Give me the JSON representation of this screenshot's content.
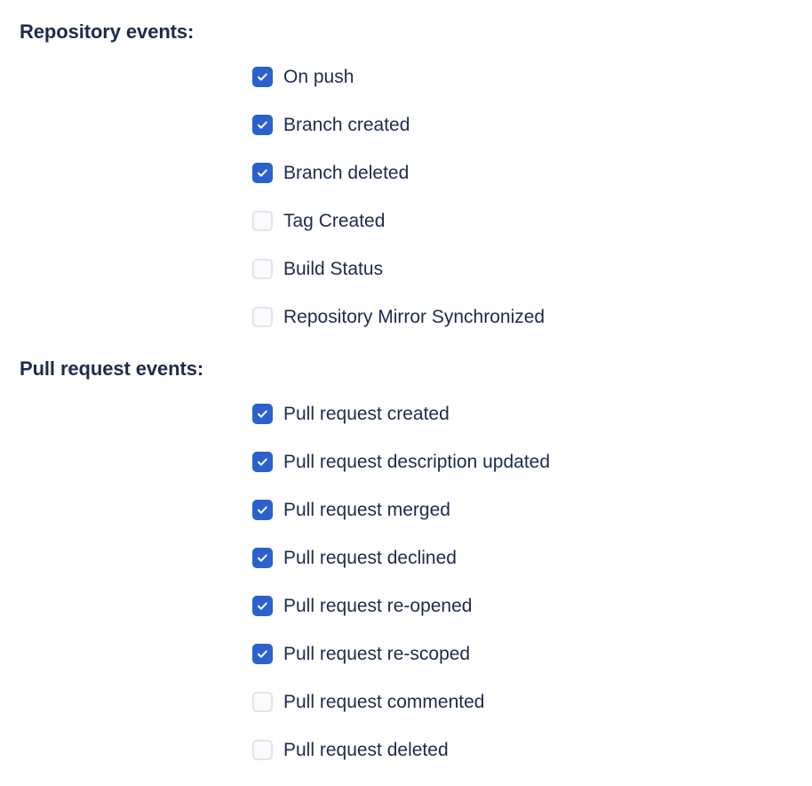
{
  "colors": {
    "background": "#ffffff",
    "text": "#1d2b4b",
    "checkbox_checked_fill": "#2b61cc",
    "checkbox_unchecked_fill": "#fafbfc",
    "checkbox_unchecked_border": "#e3e5e9",
    "checkmark": "#ffffff"
  },
  "sections": [
    {
      "heading": "Repository events:",
      "items": [
        {
          "label": "On push",
          "checked": true
        },
        {
          "label": "Branch created",
          "checked": true
        },
        {
          "label": "Branch deleted",
          "checked": true
        },
        {
          "label": "Tag Created",
          "checked": false
        },
        {
          "label": "Build Status",
          "checked": false
        },
        {
          "label": "Repository Mirror Synchronized",
          "checked": false
        }
      ]
    },
    {
      "heading": "Pull request events:",
      "items": [
        {
          "label": "Pull request created",
          "checked": true
        },
        {
          "label": "Pull request description updated",
          "checked": true
        },
        {
          "label": "Pull request merged",
          "checked": true
        },
        {
          "label": "Pull request declined",
          "checked": true
        },
        {
          "label": "Pull request re-opened",
          "checked": true
        },
        {
          "label": "Pull request re-scoped",
          "checked": true
        },
        {
          "label": "Pull request commented",
          "checked": false
        },
        {
          "label": "Pull request deleted",
          "checked": false
        }
      ]
    }
  ],
  "icons": {
    "checkmark": "check-icon"
  }
}
